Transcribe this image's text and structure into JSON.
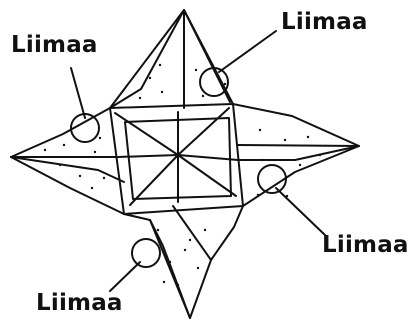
{
  "labels": {
    "top_left": "Liimaa",
    "top_right": "Liimaa",
    "bottom_right": "Liimaa",
    "bottom_left": "Liimaa"
  },
  "colors": {
    "ink": "#111111",
    "paper": "#ffffff"
  }
}
